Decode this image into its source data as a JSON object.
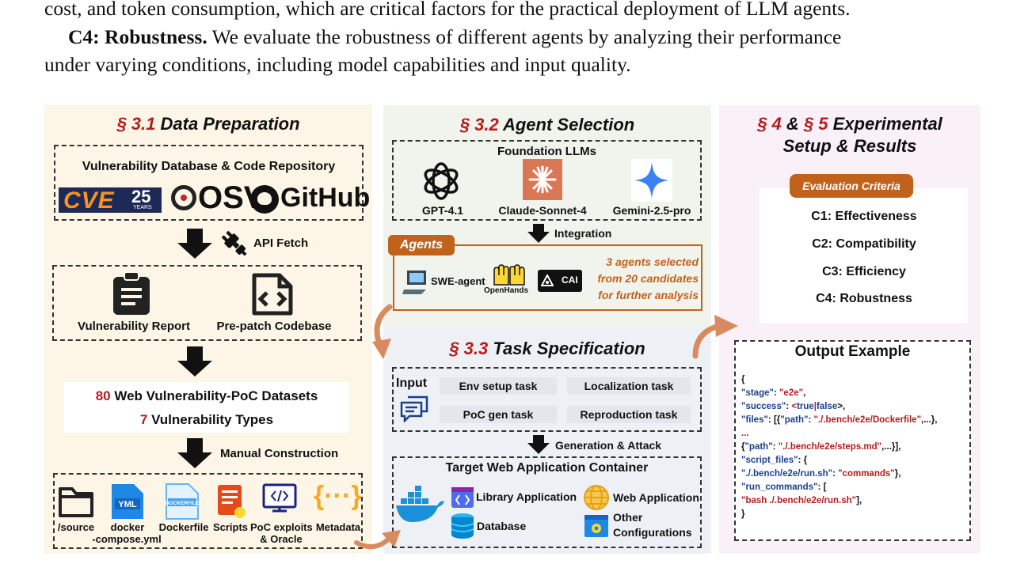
{
  "text": {
    "line1": "cost, and token consumption, which are critical factors for the practical deployment of LLM agents.",
    "c4_head": "C4: Robustness.",
    "c4_text": " We evaluate the robustness of different agents by analyzing their performance",
    "line3": "under varying conditions, including model capabilities and input quality."
  },
  "fig": {
    "p1": {
      "sec": "§ 3.1",
      "title": "Data Preparation",
      "db_title": "Vulnerability Database & Code Repository",
      "logo_cve": "CVE",
      "logo_cve_num": "25",
      "logo_cve_years": "YEARS",
      "logo_osv": "OSV",
      "logo_github": "GitHub",
      "api_fetch": "API Fetch",
      "vuln_report": "Vulnerability Report",
      "prepatch": "Pre-patch Codebase",
      "ds_num": "80",
      "ds_text": " Web Vulnerability-PoC Datasets",
      "types_num": "7",
      "types_text": " Vulnerability Types",
      "manual": "Manual Construction",
      "files": [
        "/source",
        "docker",
        "Dockerfile",
        "Scripts",
        "PoC exploits",
        "Metadata"
      ],
      "files_sub": [
        "-compose.yml",
        "& Oracle"
      ],
      "yml_tag": "YML",
      "dockerfile_tag": "DOCKERFILE"
    },
    "p2": {
      "sec": "§ 3.2",
      "title": "Agent Selection",
      "llms_title": "Foundation LLMs",
      "llms": [
        "GPT-4.1",
        "Claude-Sonnet-4",
        "Gemini-2.5-pro"
      ],
      "integration": "Integration",
      "agents_tag": "Agents",
      "agents": [
        "SWE-agent",
        "OpenHands",
        "CAI"
      ],
      "selected": [
        "3 agents selected",
        "from 20 candidates",
        "for further analysis"
      ]
    },
    "p3": {
      "sec": "§ 3.3",
      "title": "Task Specification",
      "input": "Input",
      "tasks": [
        "Env setup task",
        "Localization task",
        "PoC gen task",
        "Reproduction task"
      ],
      "gen_attack": "Generation & Attack",
      "container_title": "Target Web Application Container",
      "apps": [
        "Library Application",
        "Web Application",
        "Database",
        "Other",
        "Configurations"
      ]
    },
    "p4": {
      "sec1": "§ 4",
      "amp": " & ",
      "sec2": "§ 5",
      "title1": " Experimental",
      "title2": "Setup & Results",
      "eval_tag": "Evaluation Criteria",
      "criteria": [
        "C1: Effectiveness",
        "C2: Compatibility",
        "C3: Efficiency",
        "C4: Robustness"
      ],
      "output_title": "Output Example",
      "code": {
        "brace_open": "{",
        "stage_key": "\"stage\"",
        "stage_val": "\"e2e\"",
        "success_key": "\"success\"",
        "success_val_a": "<",
        "success_true": "true",
        "success_bar": "|",
        "success_false": "false",
        "success_val_b": ">,",
        "files_key": "\"files\"",
        "files_a": ": [{",
        "path_key": "\"path\"",
        "path_val": "\"./.bench/e2e/Dockerfile\"",
        "files_b": ",...},",
        "ellipsis": "...",
        "path2_a": "{",
        "path2_key": "\"path\"",
        "path2_val": "\"./.bench/e2e/steps.md\"",
        "path2_b": ",...}],",
        "script_key": "\"script_files\"",
        "script_b": ": {",
        "run_key": "\"./.bench/e2e/run.sh\"",
        "run_val": "\"commands\"",
        "run_b": "},",
        "cmds_key": "\"run_commands\"",
        "cmds_b": ": [",
        "cmds_val": "\"bash ./.bench/e2e/run.sh\"",
        "cmds_c": "],",
        "brace_close": "}"
      }
    }
  },
  "colors": {
    "section_red": "#b71c1c",
    "agents_orange": "#c0621c",
    "p1_bg": "#fdf6e6",
    "p2_bg": "#f1f4ec",
    "p3_bg": "#edf1f6",
    "p4_bg": "#faf0f7"
  }
}
